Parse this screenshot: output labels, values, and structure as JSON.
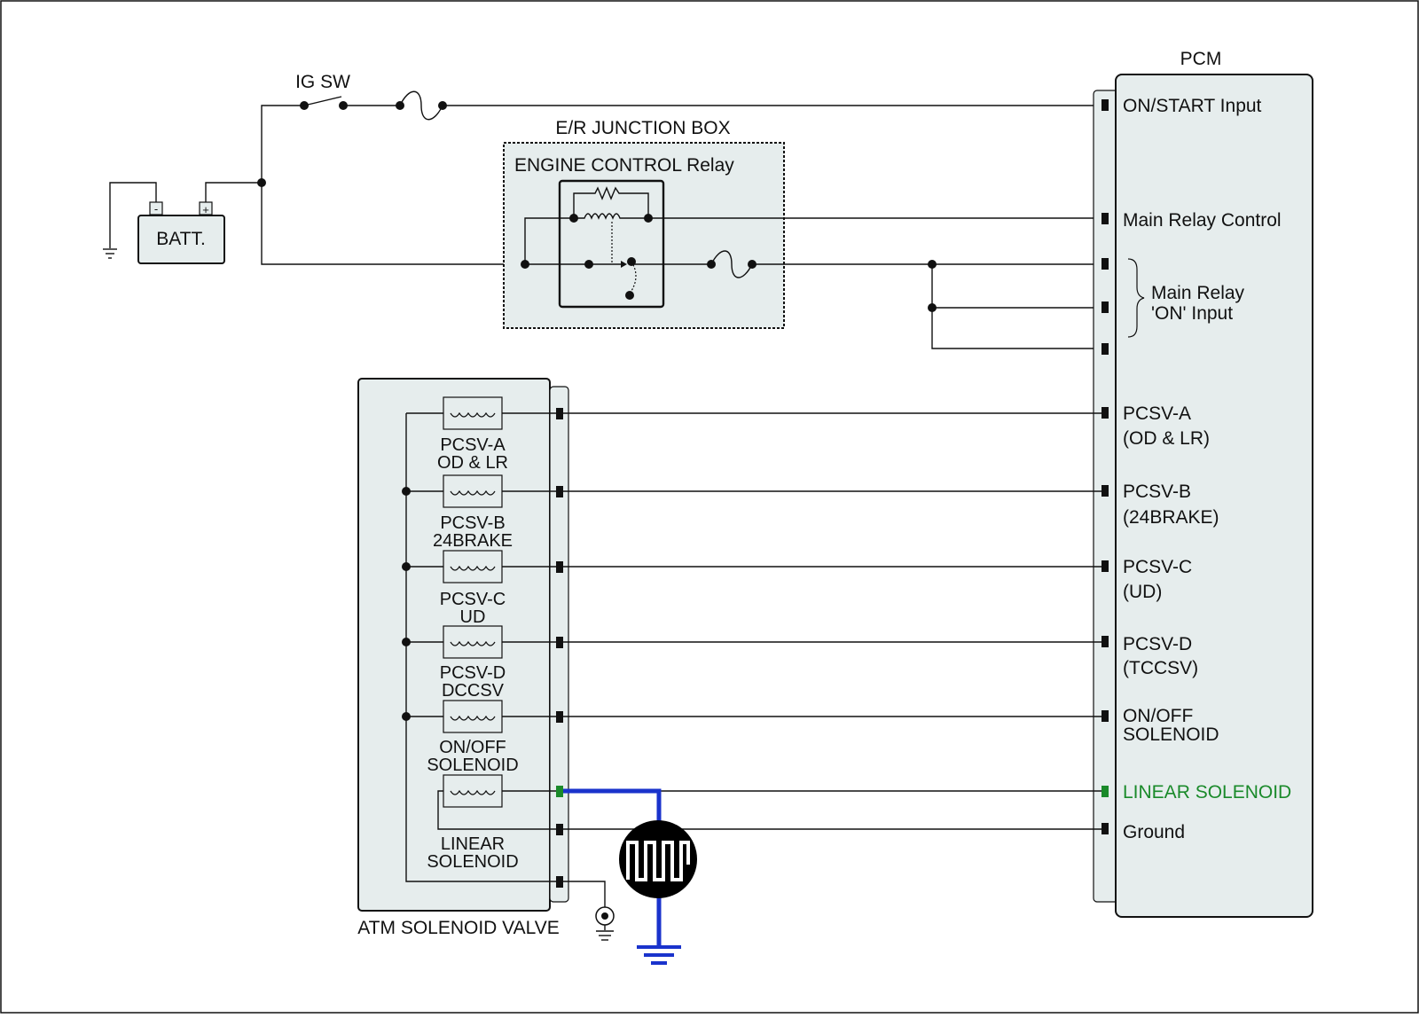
{
  "battery": {
    "label": "BATT.",
    "minus": "-",
    "plus": "+"
  },
  "switch": {
    "label": "IG SW"
  },
  "junction_box": {
    "title": "E/R JUNCTION BOX",
    "relay_label": "ENGINE CONTROL Relay"
  },
  "pcm": {
    "title": "PCM",
    "pins": {
      "on_start": "ON/START Input",
      "main_relay_control": "Main Relay Control",
      "main_relay_on_1": "Main Relay",
      "main_relay_on_2": "'ON' Input",
      "pcsv_a_1": "PCSV-A",
      "pcsv_a_2": "(OD & LR)",
      "pcsv_b_1": "PCSV-B",
      "pcsv_b_2": "(24BRAKE)",
      "pcsv_c_1": "PCSV-C",
      "pcsv_c_2": "(UD)",
      "pcsv_d_1": "PCSV-D",
      "pcsv_d_2": "(TCCSV)",
      "onoff_1": "ON/OFF",
      "onoff_2": "SOLENOID",
      "linear": "LINEAR SOLENOID",
      "ground": "Ground"
    }
  },
  "atm": {
    "title": "ATM SOLENOID VALVE",
    "solenoids": {
      "a_1": "PCSV-A",
      "a_2": "OD & LR",
      "b_1": "PCSV-B",
      "b_2": "24BRAKE",
      "c_1": "PCSV-C",
      "c_2": "UD",
      "d_1": "PCSV-D",
      "d_2": "DCCSV",
      "e_1": "ON/OFF",
      "e_2": "SOLENOID",
      "f_1": "LINEAR",
      "f_2": "SOLENOID"
    }
  },
  "colors": {
    "highlight": "#1a8a2a",
    "probe_wire": "#1a33cc",
    "body_fill": "#e6eded"
  }
}
